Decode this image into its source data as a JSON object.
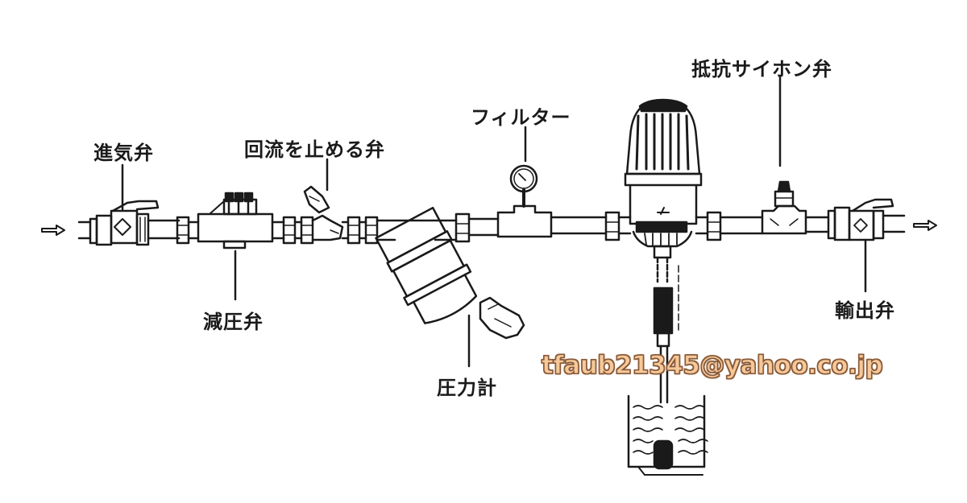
{
  "diagram": {
    "type": "plumbing-schematic",
    "flow_direction": "left-to-right",
    "labels": {
      "intake_valve": "進気弁",
      "check_valve": "回流を止める弁",
      "filter": "フィルター",
      "anti_siphon_valve": "抵抗サイホン弁",
      "pressure_reducing_valve": "減圧弁",
      "pressure_gauge": "圧力計",
      "outlet_valve": "輸出弁"
    },
    "components": [
      {
        "id": "inlet-arrow",
        "kind": "arrow"
      },
      {
        "id": "intake-valve",
        "label_key": "intake_valve"
      },
      {
        "id": "pressure-reducing-valve",
        "label_key": "pressure_reducing_valve"
      },
      {
        "id": "check-valve",
        "label_key": "check_valve"
      },
      {
        "id": "y-strainer",
        "label_key": "pressure_gauge"
      },
      {
        "id": "gauge-tee",
        "label_key": "filter"
      },
      {
        "id": "dosing-pump",
        "kind": "injector"
      },
      {
        "id": "anti-siphon-valve",
        "label_key": "anti_siphon_valve"
      },
      {
        "id": "outlet-valve",
        "label_key": "outlet_valve"
      },
      {
        "id": "outlet-arrow",
        "kind": "arrow"
      },
      {
        "id": "suction-tank",
        "kind": "reservoir"
      }
    ],
    "colors": {
      "line": "#1a1a1a",
      "watermark_fill": "#f6c99a",
      "watermark_stroke": "#8a5a38"
    }
  },
  "watermark": {
    "text": "tfaub21345@yahoo.co.jp"
  }
}
